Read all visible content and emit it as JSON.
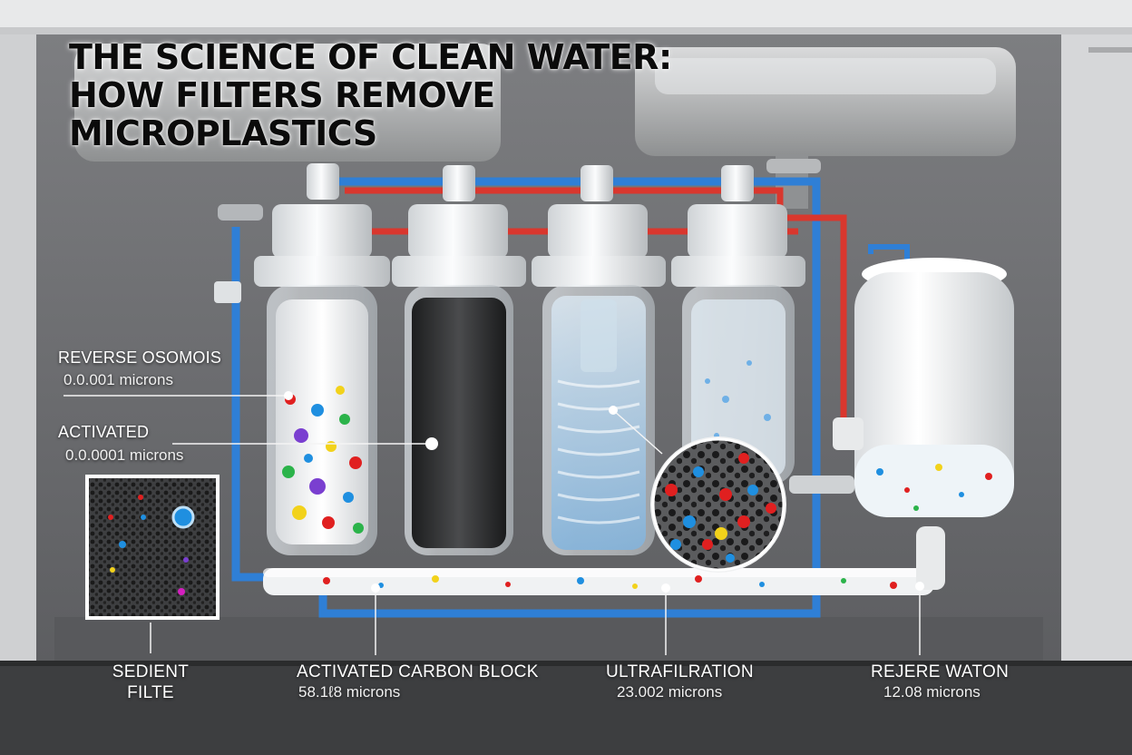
{
  "title": {
    "line1": "THE SCIENCE OF CLEAN WATER:",
    "line2": "HOW FILTERS REMOVE",
    "line3": "MICROPLASTICS"
  },
  "callouts": {
    "reverse_osmosis": {
      "label": "REVERSE OSOMOIS",
      "micron": "0.0.001 microns"
    },
    "activated": {
      "label": "ACTIVATED",
      "micron": "0.0.0001 microns"
    }
  },
  "stages": [
    {
      "label_line1": "SEDIENT",
      "label_line2": "FILTE",
      "micron": ""
    },
    {
      "label_line1": "ACTIVATED CARBON BLOCK",
      "micron": "58.1ℓ8 microns"
    },
    {
      "label_line1": "ULTRAFILRATION",
      "micron": "23.002 microns"
    },
    {
      "label_line1": "REJERE WATON",
      "micron": "12.08 microns"
    }
  ],
  "colors": {
    "cold_pipe": "#2f7fd6",
    "hot_pipe": "#d9372e",
    "cabinet": "#6e6f72",
    "particle_red": "#e02020",
    "particle_blue": "#1f8fe0",
    "particle_yellow": "#f2d21b",
    "particle_green": "#2bb34a",
    "particle_purple": "#7a3fd0"
  }
}
